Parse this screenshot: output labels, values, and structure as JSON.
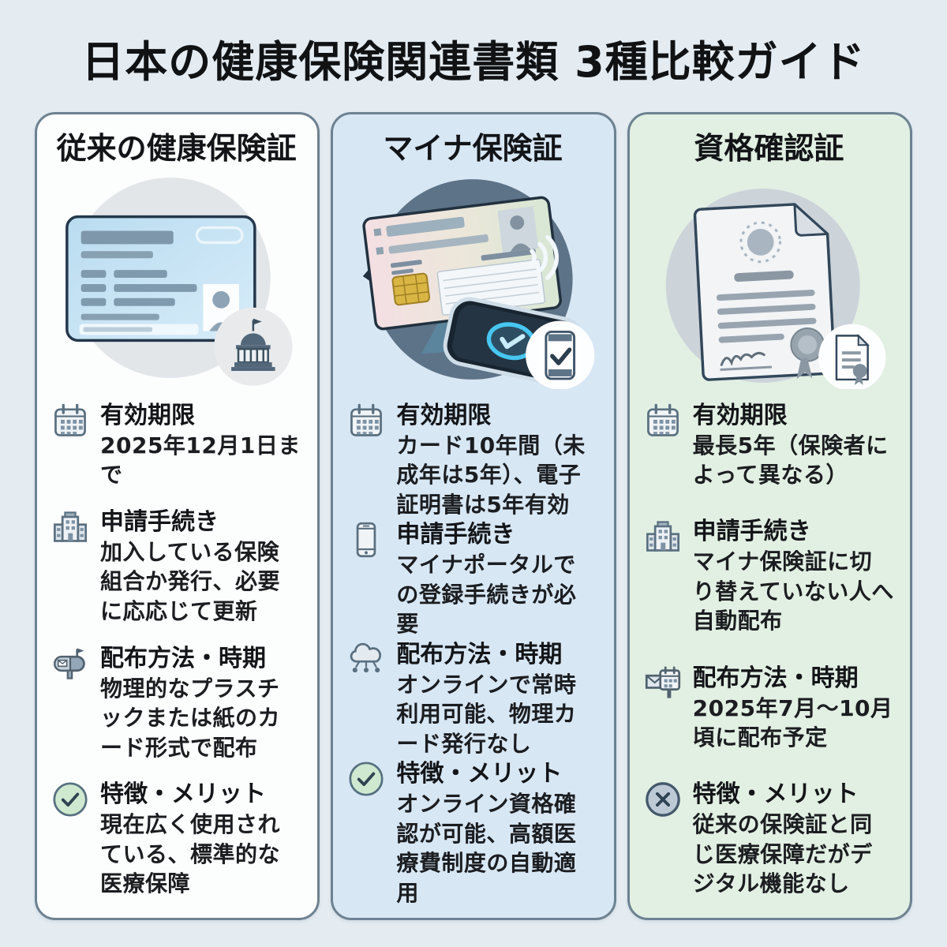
{
  "title": "日本の健康保険関連書類 3種比較ガイド",
  "colors": {
    "page_bg": "#e4ecf2",
    "card_border": "#6d8291",
    "traditional_card_bg": "#fcfdfd",
    "myna_card_bg": "#d8e7f4",
    "shikaku_card_bg": "#e2efe3",
    "check_circle_green": "#cfe9d0",
    "x_circle_gray": "#bdc9d5",
    "text": "#16181b"
  },
  "columns": [
    {
      "title": "従来の健康保険証",
      "illustration": "health-insurance-card-with-government-building",
      "sections": [
        {
          "icon": "calendar-icon",
          "heading": "有効期限",
          "body": "2025年12月1日まで"
        },
        {
          "icon": "building-icon",
          "heading": "申請手続き",
          "body": "加入している保険組合か発行、必要に応応じて更新"
        },
        {
          "icon": "mailbox-icon",
          "heading": "配布方法・時期",
          "body": "物理的なプラスチックまたは紙のカード形式で配布"
        },
        {
          "icon": "check-circle-icon",
          "heading": "特徴・メリット",
          "body": "現在広く使用されている、標準的な医療保障"
        }
      ]
    },
    {
      "title": "マイナ保険証",
      "illustration": "myna-card-with-smartphone-nfc",
      "sections": [
        {
          "icon": "calendar-icon",
          "heading": "有効期限",
          "body": "カード10年間（未成年は5年）、電子証明書は5年有効"
        },
        {
          "icon": "smartphone-icon",
          "heading": "申請手続き",
          "body": "マイナポータルでの登録手続きが必要"
        },
        {
          "icon": "cloud-network-icon",
          "heading": "配布方法・時期",
          "body": "オンラインで常時利用可能、物理カード発行なし"
        },
        {
          "icon": "check-circle-icon",
          "heading": "特徴・メリット",
          "body": "オンライン資格確認が可能、高額医療費制度の自動適用"
        }
      ]
    },
    {
      "title": "資格確認証",
      "illustration": "certificate-document-with-seal",
      "sections": [
        {
          "icon": "calendar-icon",
          "heading": "有効期限",
          "body": "最長5年（保険者によって異なる）"
        },
        {
          "icon": "building-icon",
          "heading": "申請手続き",
          "body": "マイナ保険証に切り替えていない人へ自動配布"
        },
        {
          "icon": "mail-calendar-icon",
          "heading": "配布方法・時期",
          "body": "2025年7月～10月頃に配布予定"
        },
        {
          "icon": "x-circle-icon",
          "heading": "特徴・メリット",
          "body": "従来の保険証と同じ医療保障だがデジタル機能なし"
        }
      ]
    }
  ]
}
